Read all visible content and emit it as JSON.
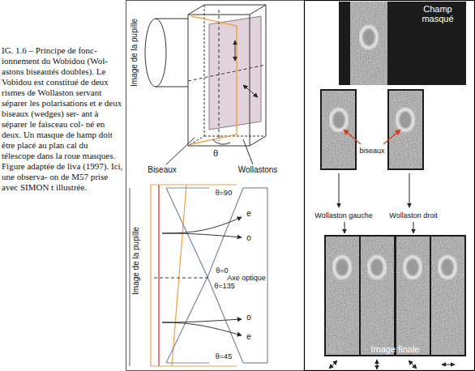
{
  "diagram": {
    "caption": "IG. 1.6 – Principe de fonc- ionnement du Wobidou (Wol- astons biseautés doubles). Le Vobidou est constitué de deux rismes de Wollaston servant séparer les polarisations et e deux biseaux (wedges) ser- ant à séparer le faisceau col- né en deux. Un masque de hamp doit être placé au plan cal du télescope dans la roue masques. Figure adaptée de liva (1997). Ici, une observa- on de M57 prise avec SIMON t illustrée.",
    "nodes": [
      {
        "text": [
          "Champ masqué"
        ]
      },
      {
        "text": [
          "Image finale"
        ]
      }
    ],
    "labels": [
      "Image de la pupille",
      "θ",
      "Biseaux",
      "Wollastons",
      "Image de la pupille",
      "θ=90",
      "θ=0",
      "Axe optique",
      "θ=135",
      "θ=45",
      "e",
      "o",
      "o",
      "e",
      "biseaux",
      "Wollaston gauche",
      "Wollaston droit"
    ]
  }
}
